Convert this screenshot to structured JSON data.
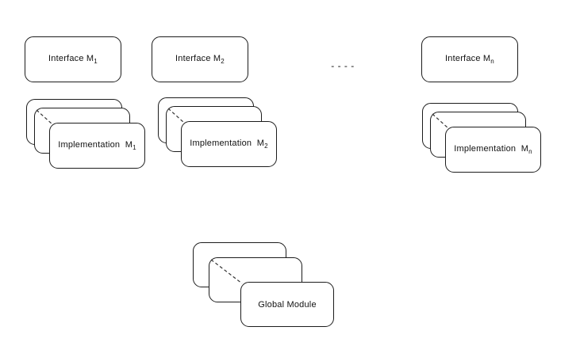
{
  "diagram": {
    "interfaces": [
      {
        "name": "Interface M",
        "sub": "1"
      },
      {
        "name": "Interface M",
        "sub": "2"
      },
      {
        "name": "Interface M",
        "sub": "n"
      }
    ],
    "ellipsis": "- - - -",
    "implementations": [
      {
        "name": "Implementation  M",
        "sub": "1"
      },
      {
        "name": "Implementation  M",
        "sub": "2"
      },
      {
        "name": "Implementation  M",
        "sub": "n"
      }
    ],
    "global_module": {
      "name": "Global Module"
    },
    "colors": {
      "stroke": "#1c1c1c",
      "fill": "#ffffff",
      "background": "#ffffff",
      "text": "#111111",
      "connector": "#333333"
    }
  }
}
